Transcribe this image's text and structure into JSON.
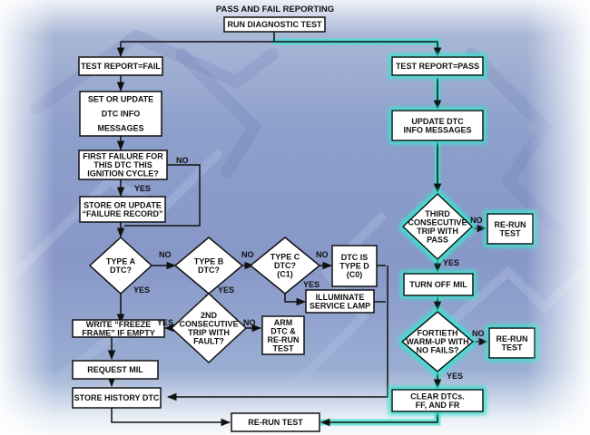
{
  "title": "PASS AND FAIL REPORTING",
  "colors": {
    "box_fill": "#ffffff",
    "line": "#111111",
    "pass_glow": "#3fe0cf",
    "background": "#8797c7"
  },
  "nodes": {
    "start": {
      "lines": [
        "RUN DIAGNOSTIC TEST"
      ]
    },
    "fail": {
      "lines": [
        "TEST REPORT=FAIL"
      ]
    },
    "set_update": {
      "lines": [
        "SET OR UPDATE",
        "DTC INFO",
        "MESSAGES"
      ]
    },
    "first_failure": {
      "lines": [
        "FIRST FAILURE FOR",
        "THIS DTC THIS",
        "IGNITION CYCLE?"
      ]
    },
    "store_failure": {
      "lines": [
        "STORE OR UPDATE",
        "“FAILURE RECORD”"
      ]
    },
    "type_a": {
      "lines": [
        "TYPE A",
        "DTC?"
      ]
    },
    "type_b": {
      "lines": [
        "TYPE B",
        "DTC?"
      ]
    },
    "type_c": {
      "lines": [
        "TYPE C",
        "DTC?",
        "(C1)"
      ]
    },
    "type_d": {
      "lines": [
        "DTC IS",
        "TYPE D",
        "(C0)"
      ]
    },
    "illuminate": {
      "lines": [
        "ILLUMINATE",
        "SERVICE LAMP"
      ]
    },
    "second_trip": {
      "lines": [
        "2ND",
        "CONSECUTIVE",
        "TRIP WITH",
        "FAULT?"
      ]
    },
    "arm_dtc": {
      "lines": [
        "ARM",
        "DTC &",
        "RE-RUN",
        "TEST"
      ]
    },
    "freeze_frame": {
      "lines": [
        "WRITE “FREEZE",
        "FRAME” IF EMPTY"
      ]
    },
    "request_mil": {
      "lines": [
        "REQUEST MIL"
      ]
    },
    "store_history": {
      "lines": [
        "STORE HISTORY DTC"
      ]
    },
    "rerun_bottom": {
      "lines": [
        "RE-RUN TEST"
      ]
    },
    "pass": {
      "lines": [
        "TEST REPORT=PASS"
      ]
    },
    "update_dtc": {
      "lines": [
        "UPDATE DTC",
        "INFO MESSAGES"
      ]
    },
    "third_trip": {
      "lines": [
        "THIRD",
        "CONSECUTIVE",
        "TRIP WITH",
        "PASS"
      ]
    },
    "rerun_third": {
      "lines": [
        "RE-RUN",
        "TEST"
      ]
    },
    "turn_off_mil": {
      "lines": [
        "TURN OFF MIL"
      ]
    },
    "fortieth": {
      "lines": [
        "FORTIETH",
        "WARM-UP WITH",
        "NO FAILS?"
      ]
    },
    "rerun_fortieth": {
      "lines": [
        "RE-RUN",
        "TEST"
      ]
    },
    "clear_dtcs": {
      "lines": [
        "CLEAR DTCs.",
        "FF, AND FR"
      ]
    }
  },
  "edge_labels": {
    "yes": "YES",
    "no": "NO"
  }
}
